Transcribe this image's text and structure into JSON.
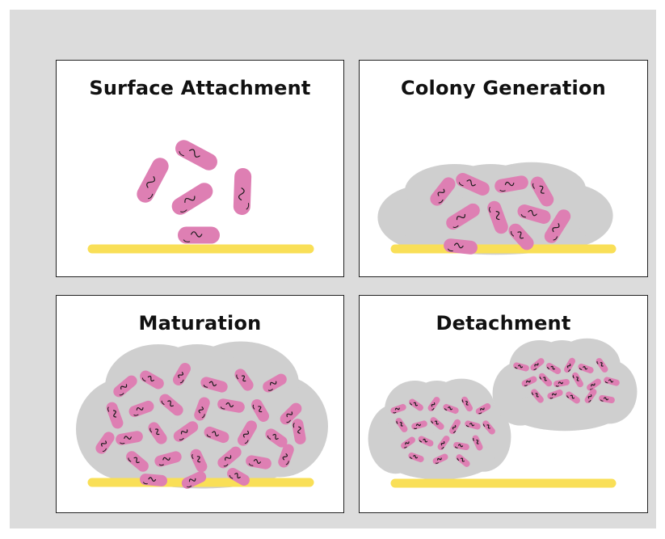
{
  "panels": [
    {
      "id": "surface-attachment",
      "title": "Surface Attachment"
    },
    {
      "id": "colony-generation",
      "title": "Colony Generation"
    },
    {
      "id": "maturation",
      "title": "Maturation"
    },
    {
      "id": "detachment",
      "title": "Detachment"
    }
  ],
  "colors": {
    "background": "#dcdcdc",
    "panel": "#ffffff",
    "panel_border": "#222222",
    "bacteria": "#de7fb3",
    "bacteria_outline": "#1a1a1a",
    "biofilm_matrix": "#cfcfcf",
    "surface": "#f9df57"
  }
}
